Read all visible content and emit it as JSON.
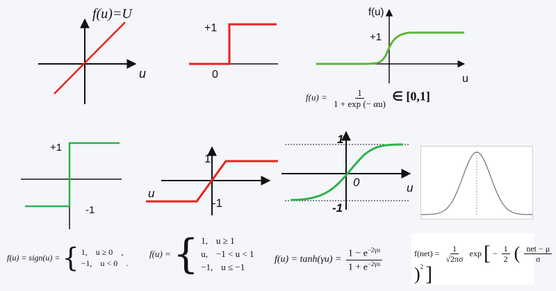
{
  "panels": {
    "linear": {
      "label": "f(u)=U",
      "x_label": "u"
    },
    "step": {
      "y_tick_high": "+1",
      "origin_label": "0"
    },
    "sigmoid": {
      "y_label": "f(u)",
      "y_tick_high": "+1",
      "x_label": "u"
    },
    "sign": {
      "y_tick_high": "+1",
      "y_tick_low": "-1"
    },
    "piecewise": {
      "y_tick_high": "1",
      "y_tick_low": "-1",
      "x_label": "u"
    },
    "tanh": {
      "y_tick_high": "1",
      "y_tick_low": "-1",
      "origin_label": "0",
      "x_label": "u"
    }
  },
  "formulas": {
    "sigmoid": {
      "lhs": "f(u) =",
      "num": "1",
      "den": "1 + exp (− αu)",
      "range": "∈ [0,1]"
    },
    "sign": {
      "lhs": "f(u) = sign(u) =",
      "c1_val": "1,",
      "c1_cond": "u ≥ 0",
      "c1_end": ",",
      "c2_val": "−1,",
      "c2_cond": "u < 0",
      "c2_end": "."
    },
    "piecewise": {
      "lhs": "f(u) =",
      "c1_val": "1,",
      "c1_cond": "u ≥ 1",
      "c2_val": "u,",
      "c2_cond": "−1 < u < 1",
      "c3_val": "−1,",
      "c3_cond": "u ≤ −1"
    },
    "tanh": {
      "lhs": "f(u) = tanh(γu) =",
      "num": "1 − e",
      "num_sup": "−2γu",
      "den": "1 + e",
      "den_sup": "−2γu"
    },
    "gaussian": {
      "lhs": "f(net) =",
      "c_num": "1",
      "c_den": "√2πσ",
      "exp": "exp",
      "h_num": "1",
      "h_den": "2",
      "in_num": "net − μ",
      "in_den": "σ",
      "pow": "2"
    }
  },
  "colors": {
    "red": "#e8221e",
    "green": "#2db34a",
    "sigmoid_green": "#5fb43c",
    "axis": "#111111",
    "gauss": "#6f6f6f"
  }
}
